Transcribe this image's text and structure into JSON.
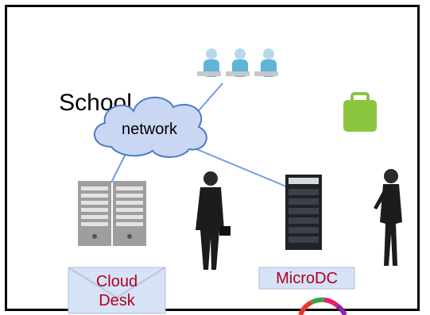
{
  "diagram": {
    "title_line1": "School",
    "title_line2": "DC",
    "network_label": "network",
    "cloud_desk_line1": "Cloud",
    "cloud_desk_line2": "Desk",
    "microdc_label": "MicroDC"
  },
  "colors": {
    "cloud_fill": "#c9d7f3",
    "cloud_stroke": "#4f7ac7",
    "link_line": "#6f9de0",
    "bag": "#8cc63f",
    "label_text": "#b00020"
  }
}
